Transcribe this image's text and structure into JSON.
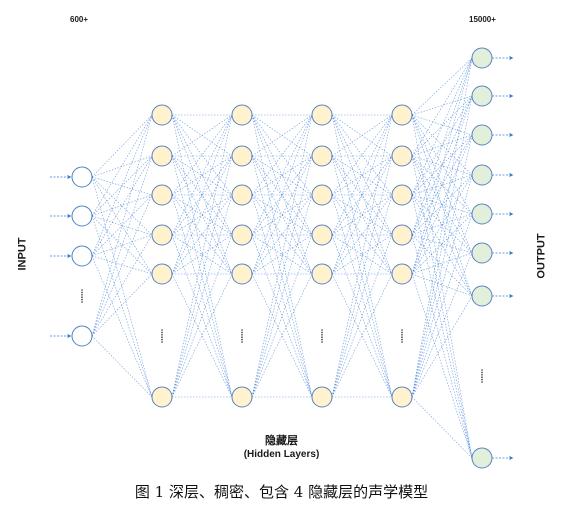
{
  "input": {
    "count": "600+",
    "label": "INPUT",
    "colors": {
      "fill": "#ffffff",
      "stroke": "#4f81bd"
    }
  },
  "hidden": {
    "label_zh": "隐藏层",
    "label_en": "(Hidden Layers)",
    "layers": 4,
    "colors": {
      "fill": "#fff2cc",
      "stroke": "#5b7fc7"
    }
  },
  "output": {
    "count": "15000+",
    "label": "OUTPUT",
    "colors": {
      "fill": "#e2efda",
      "stroke": "#5b7fc7"
    }
  },
  "connection_color": "#3a7bd5",
  "caption": "图 1 深层、稠密、包含 4 隐藏层的声学模型"
}
